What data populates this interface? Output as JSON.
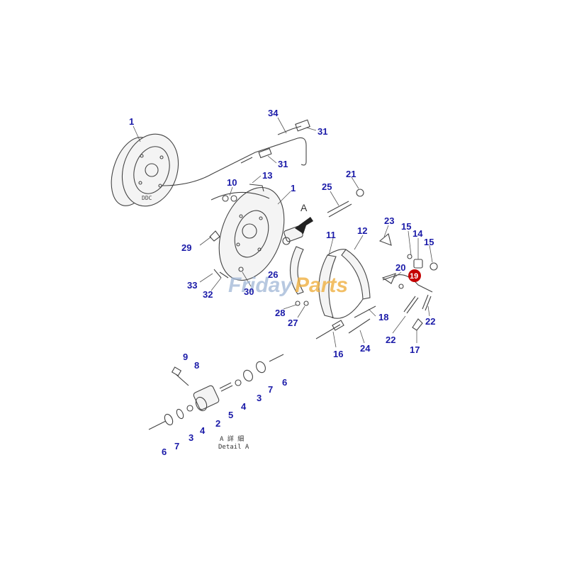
{
  "callouts": {
    "c1a": "1",
    "c1b": "1",
    "c2": "2",
    "c3a": "3",
    "c3b": "3",
    "c4a": "4",
    "c4b": "4",
    "c5": "5",
    "c6a": "6",
    "c6b": "6",
    "c7a": "7",
    "c7b": "7",
    "c8": "8",
    "c9": "9",
    "c10": "10",
    "c11": "11",
    "c12": "12",
    "c13": "13",
    "c14": "14",
    "c15a": "15",
    "c15b": "15",
    "c16": "16",
    "c17": "17",
    "c18": "18",
    "c19": "19",
    "c20": "20",
    "c21": "21",
    "c22a": "22",
    "c22b": "22",
    "c23": "23",
    "c24": "24",
    "c25": "25",
    "c26": "26",
    "c27": "27",
    "c28": "28",
    "c29": "29",
    "c30": "30",
    "c31a": "31",
    "c31b": "31",
    "c32": "32",
    "c33": "33",
    "c34": "34"
  },
  "view_marker": "A",
  "detail_caption": {
    "line1": "A 詳 細",
    "line2": "Detail A"
  },
  "drum_marking": "DDC",
  "watermark": {
    "part1": "Friday",
    "part2": "Parts"
  },
  "colors": {
    "callout": "#1a1aa8",
    "highlight": "#c40000",
    "watermark_blue": "#9fb6d6",
    "watermark_orange": "#f0b040"
  }
}
